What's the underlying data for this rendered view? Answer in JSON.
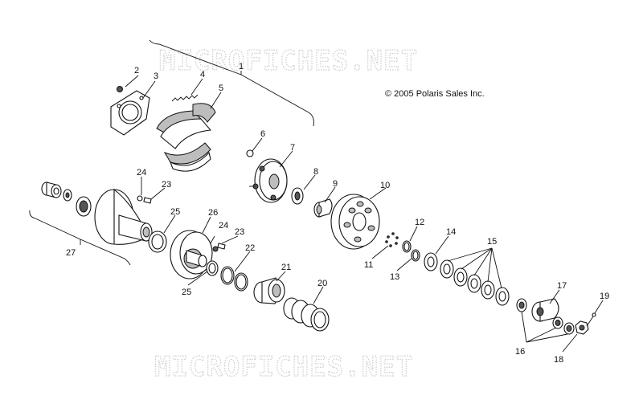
{
  "watermark": {
    "text_top": "MICROFICHES.NET",
    "text_bottom": "MICROFICHES.NET"
  },
  "copyright": "© 2005 Polaris Sales Inc.",
  "callouts": [
    "1",
    "2",
    "3",
    "4",
    "5",
    "6",
    "7",
    "8",
    "9",
    "10",
    "11",
    "12",
    "13",
    "14",
    "15",
    "16",
    "17",
    "18",
    "19",
    "20",
    "21",
    "22",
    "23",
    "24",
    "25",
    "26",
    "27"
  ],
  "callout_dup": {
    "c23b": "23",
    "c24b": "24",
    "c25b": "25"
  },
  "colors": {
    "line": "#111111",
    "shade": "#bdbdbd",
    "watermark": "#cfcfcf"
  }
}
